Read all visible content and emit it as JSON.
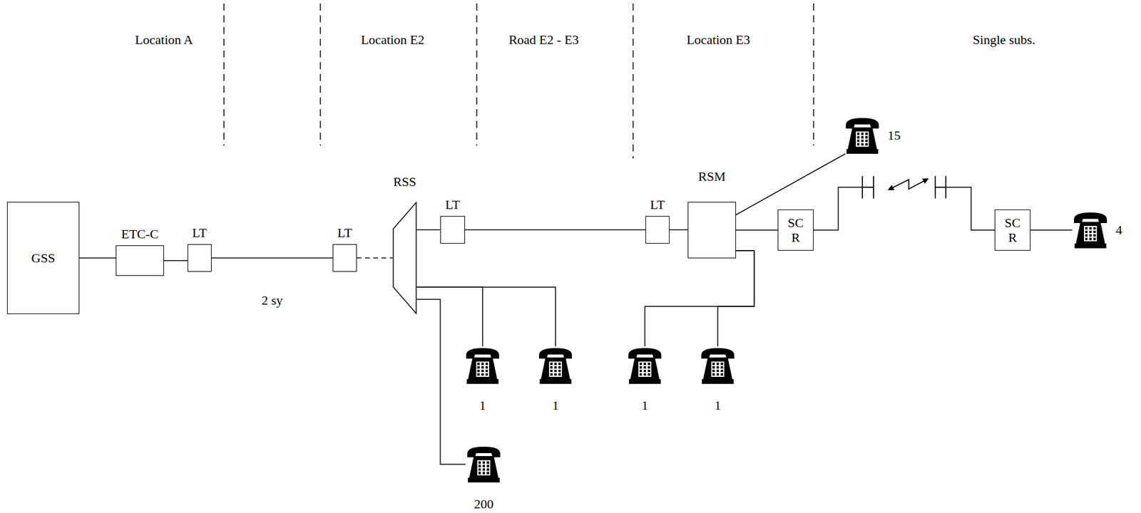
{
  "diagram": {
    "nodes": [
      {
        "text": [
          "GSS"
        ]
      },
      {
        "text": [
          "ETC-C"
        ]
      },
      {
        "text": [
          "LT"
        ]
      },
      {
        "text": [
          "LT"
        ]
      },
      {
        "text": [
          "RSS"
        ]
      },
      {
        "text": [
          "LT"
        ]
      },
      {
        "text": [
          "LT"
        ]
      },
      {
        "text": [
          "RSM"
        ]
      },
      {
        "text": [
          "15"
        ]
      },
      {
        "text": [
          "SC R"
        ]
      },
      {
        "text": [
          "SC R"
        ]
      },
      {
        "text": [
          "4"
        ]
      },
      {
        "text": [
          "1"
        ]
      },
      {
        "text": [
          "1"
        ]
      },
      {
        "text": [
          "1"
        ]
      },
      {
        "text": [
          "1"
        ]
      },
      {
        "text": [
          "200"
        ]
      }
    ],
    "edges": [
      {
        "from": 0,
        "to": 1,
        "arrow": "none"
      },
      {
        "from": 1,
        "to": 2,
        "arrow": "none"
      },
      {
        "from": 2,
        "to": 3,
        "label": "2 sy",
        "arrow": "none"
      },
      {
        "from": 3,
        "to": 4,
        "arrow": "none"
      },
      {
        "from": 4,
        "to": 5,
        "arrow": "none"
      },
      {
        "from": 5,
        "to": 6,
        "arrow": "none"
      },
      {
        "from": 6,
        "to": 7,
        "arrow": "none"
      },
      {
        "from": 7,
        "to": 8,
        "arrow": "none"
      },
      {
        "from": 7,
        "to": 9,
        "arrow": "none"
      },
      {
        "from": 9,
        "to": 10,
        "arrow": "none"
      },
      {
        "from": 10,
        "to": 11,
        "arrow": "none"
      },
      {
        "from": 4,
        "to": 12,
        "arrow": "none"
      },
      {
        "from": 4,
        "to": 13,
        "arrow": "none"
      },
      {
        "from": 7,
        "to": 14,
        "arrow": "none"
      },
      {
        "from": 7,
        "to": 15,
        "arrow": "none"
      },
      {
        "from": 4,
        "to": 16,
        "arrow": "none"
      }
    ],
    "labels": [
      "Location A",
      "Location E2",
      "Road E2 - E3",
      "Location E3",
      "Single subs."
    ]
  }
}
